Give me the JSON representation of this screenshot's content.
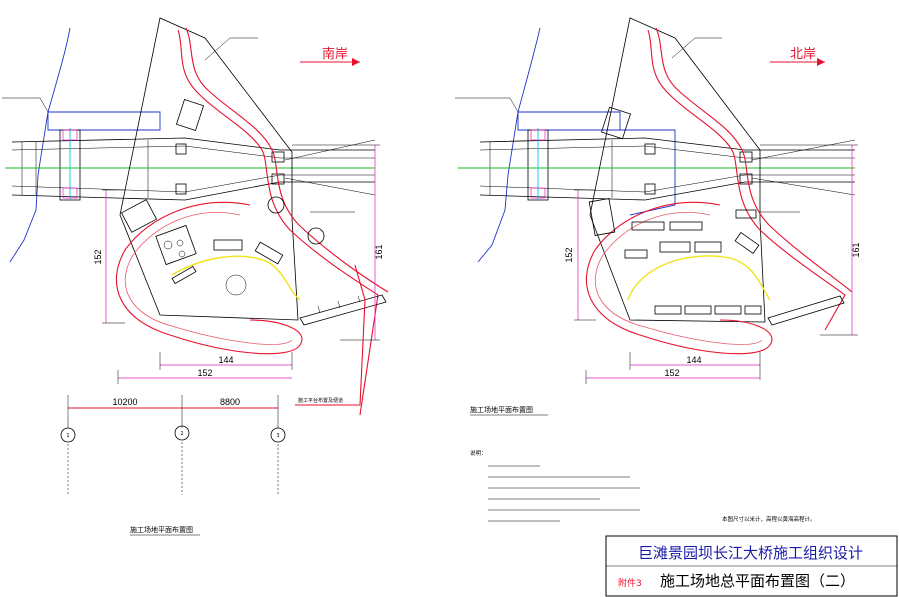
{
  "title_block": {
    "project": "巨滩景园坝长江大桥施工组织设计",
    "drawing_no": "附件3",
    "sheet_title": "施工场地总平面布置图（二）"
  },
  "left_plan": {
    "direction_label": "南岸",
    "caption": "施工场地平面布置图",
    "dims": {
      "vertical_left": "152",
      "vertical_right": "161",
      "bottom_inner": "144",
      "bottom_outer": "152",
      "span_1": "10200",
      "span_2": "8800"
    },
    "piers": [
      "1",
      "2",
      "3"
    ],
    "note_arrow": "施工平台布置及便道"
  },
  "right_plan": {
    "direction_label": "北岸",
    "caption": "施工场地平面布置图",
    "dims": {
      "vertical_left": "152",
      "vertical_right": "161",
      "bottom_inner": "144",
      "bottom_outer": "152"
    },
    "notes_heading": "说明：",
    "footnote": "本图尺寸以米计，高程以黄海高程计。"
  },
  "colors": {
    "road": "#e8112d",
    "river": "#2233cc",
    "centerline": "#18b82a",
    "pier": "#e020c0",
    "cyan": "#18c8e8",
    "curve": "#f2e21a"
  }
}
